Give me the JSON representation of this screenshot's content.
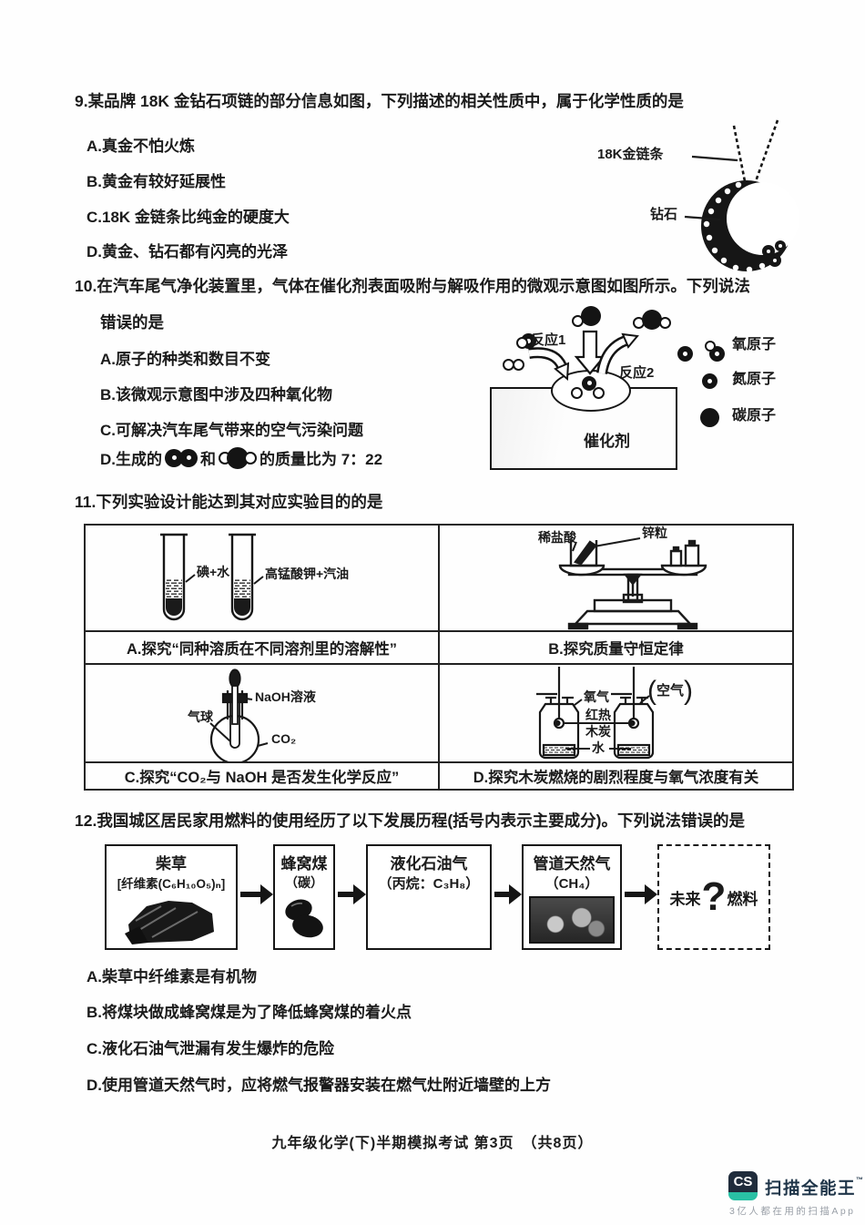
{
  "q9": {
    "stem": "9.某品牌 18K 金钻石项链的部分信息如图，下列描述的相关性质中，属于化学性质的是",
    "options": [
      "A.真金不怕火炼",
      "B.黄金有较好延展性",
      "C.18K 金链条比纯金的硬度大",
      "D.黄金、钻石都有闪亮的光泽"
    ],
    "label_chain": "18K金链条",
    "label_diamond": "钻石"
  },
  "q10": {
    "stem": "10.在汽车尾气净化装置里，气体在催化剂表面吸附与解吸作用的微观示意图如图所示。下列说法",
    "stem2": "错误的是",
    "options": [
      "A.原子的种类和数目不变",
      "B.该微观示意图中涉及四种氧化物",
      "C.可解决汽车尾气带来的空气污染问题"
    ],
    "d_prefix": "D.生成的",
    "d_mid": "和",
    "d_suffix": "的质量比为 7：22",
    "reaction1": "反应1",
    "reaction2": "反应2",
    "catalyst": "催化剂",
    "legend": {
      "oxygen": "氧原子",
      "nitrogen": "氮原子",
      "carbon": "碳原子"
    }
  },
  "q11": {
    "stem": "11.下列实验设计能达到其对应实验目的的是",
    "a_caption": "A.探究“同种溶质在不同溶剂里的溶解性”",
    "b_caption": "B.探究质量守恒定律",
    "c_caption": "C.探究“CO₂与 NaOH 是否发生化学反应”",
    "d_caption": "D.探究木炭燃烧的剧烈程度与氧气浓度有关",
    "tube1": "碘+水",
    "tube2": "高锰酸钾+汽油",
    "acid": "稀盐酸",
    "zinc": "锌粒",
    "balloon": "气球",
    "naoh": "NaOH溶液",
    "co2": "CO₂",
    "oxygen": "氧气",
    "air_open": "(",
    "air": "空气",
    "air_close": ")",
    "hot": "红热",
    "charcoal": "木炭",
    "water": "水"
  },
  "q12": {
    "stem": "12.我国城区居民家用燃料的使用经历了以下发展历程(括号内表示主要成分)。下列说法错误的是",
    "box1_l1": "柴草",
    "box1_l2": "[纤维素(C₆H₁₀O₅)ₙ]",
    "box2_l1": "蜂窝煤",
    "box2_l2": "（碳）",
    "box3_l1": "液化石油气",
    "box3_l2": "（丙烷：C₃H₈）",
    "box4_l1": "管道天然气",
    "box4_l2": "（CH₄）",
    "box5_pre": "未来",
    "box5_q": "?",
    "box5_post": "燃料",
    "options": [
      "A.柴草中纤维素是有机物",
      "B.将煤块做成蜂窝煤是为了降低蜂窝煤的着火点",
      "C.液化石油气泄漏有发生爆炸的危险",
      "D.使用管道天然气时，应将燃气报警器安装在燃气灶附近墙壁的上方"
    ]
  },
  "footer": "九年级化学(下)半期模拟考试 第3页　（共8页）",
  "scanner": {
    "logo": "CS",
    "brand": "扫描全能王",
    "tm": "™",
    "tagline": "3亿人都在用的扫描App",
    "navy": "#202c3c",
    "teal": "#29c0a4"
  }
}
